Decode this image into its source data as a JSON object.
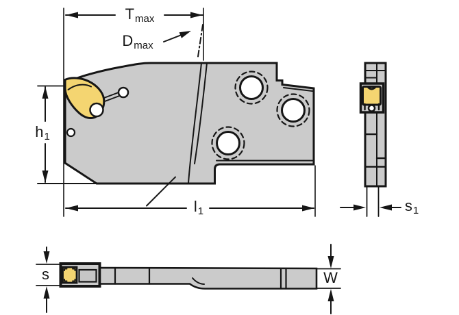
{
  "diagram": {
    "description": "Technical drawing of a grooving blade tool holder with three orthographic views and dimension callouts",
    "colors": {
      "body": "#cbcbcb",
      "insert": "#f4d571",
      "line": "#161616",
      "bg": "#ffffff",
      "inner": "#c6c6c6"
    },
    "labels": {
      "tmax": {
        "base": "T",
        "sub": "max"
      },
      "dmax": {
        "base": "D",
        "sub": "max"
      },
      "h1": {
        "base": "h",
        "sub": "1"
      },
      "l1": {
        "base": "l",
        "sub": "1"
      },
      "s1": {
        "base": "s",
        "sub": "1"
      },
      "s": {
        "base": "s",
        "sub": ""
      },
      "w": {
        "base": "W",
        "sub": ""
      }
    }
  }
}
